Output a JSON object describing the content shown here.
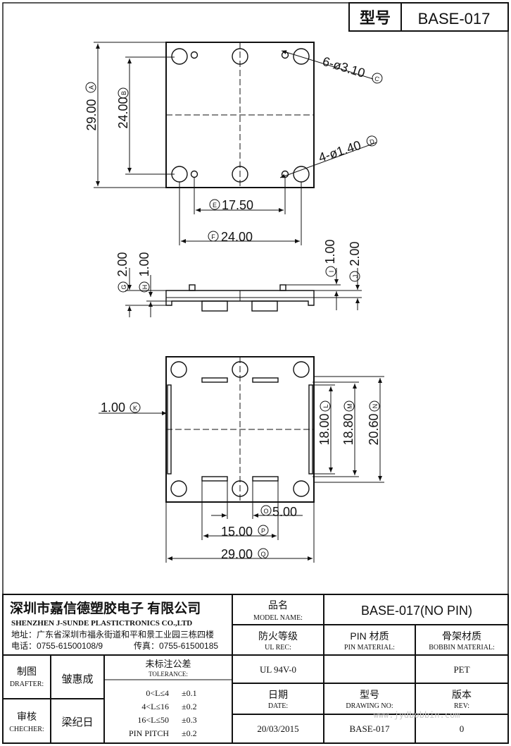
{
  "header": {
    "model_label": "型号",
    "model_value": "BASE-017"
  },
  "top_view": {
    "dim_holes_big": "6-ø3.10",
    "dim_holes_big_tag": "C",
    "dim_holes_small": "4-ø1.40",
    "dim_holes_small_tag": "D",
    "dim_height_outer": "29.00",
    "dim_height_outer_tag": "A",
    "dim_height_inner": "24.00",
    "dim_height_inner_tag": "B",
    "dim_small_span": "17.50",
    "dim_small_span_tag": "E",
    "dim_big_span": "24.00",
    "dim_big_span_tag": "F"
  },
  "side_view": {
    "left_outer": "2.00",
    "left_outer_tag": "G",
    "left_inner": "1.00",
    "left_inner_tag": "H",
    "right_inner": "1.00",
    "right_inner_tag": "I",
    "right_outer": "2.00",
    "right_outer_tag": "J"
  },
  "bottom_view": {
    "dim_slot_width": "1.00",
    "dim_slot_width_tag": "K",
    "dim_inner_18": "18.00",
    "dim_inner_18_tag": "L",
    "dim_inner_1880": "18.80",
    "dim_inner_1880_tag": "M",
    "dim_inner_2060": "20.60",
    "dim_inner_2060_tag": "N",
    "dim_pad": "5.00",
    "dim_pad_tag": "O",
    "dim_pad_span": "15.00",
    "dim_pad_span_tag": "P",
    "dim_width": "29.00",
    "dim_width_tag": "Q"
  },
  "title_block": {
    "company_cn": "深圳市嘉信德塑胶电子 有限公司",
    "company_en": "SHENZHEN J-SUNDE PLASTICTRONICS CO.,LTD",
    "address": "地址：广东省深圳市福永街道和平和景工业园三栋四楼",
    "phone": "电话：0755-61500108/9",
    "fax": "传真：0755-61500185",
    "model_name_cn": "品名",
    "model_name_en": "MODEL NAME:",
    "model_name_value": "BASE-017(NO PIN)",
    "ul_cn": "防火等级",
    "ul_en": "UL REC:",
    "pin_mat_cn": "PIN 材质",
    "pin_mat_en": "PIN MATERIAL:",
    "bobbin_mat_cn": "骨架材质",
    "bobbin_mat_en": "BOBBIN MATERIAL:",
    "drafter_cn": "制图",
    "drafter_en": "DRAFTER:",
    "drafter_name": "皱惠成",
    "tol_cn": "未标注公差",
    "tol_en": "TOLERANCE:",
    "tolerances": [
      {
        "range": "0<L≤4",
        "value": "±0.1"
      },
      {
        "range": "4<L≤16",
        "value": "±0.2"
      },
      {
        "range": "16<L≤50",
        "value": "±0.3"
      },
      {
        "range": "PIN PITCH",
        "value": "±0.2"
      }
    ],
    "ul_value": "UL 94V-0",
    "bobbin_value": "PET",
    "checker_cn": "审核",
    "checker_en": "CHECHER:",
    "checker_name": "梁纪日",
    "date_cn": "日期",
    "date_en": "DATE:",
    "drawing_cn": "型号",
    "drawing_en": "DRAWING NO:",
    "rev_cn": "版本",
    "rev_en": "REV:",
    "date_value": "20/03/2015",
    "drawing_value": "BASE-017",
    "rev_value": "0",
    "watermark": "www.jydbobbin.com"
  }
}
